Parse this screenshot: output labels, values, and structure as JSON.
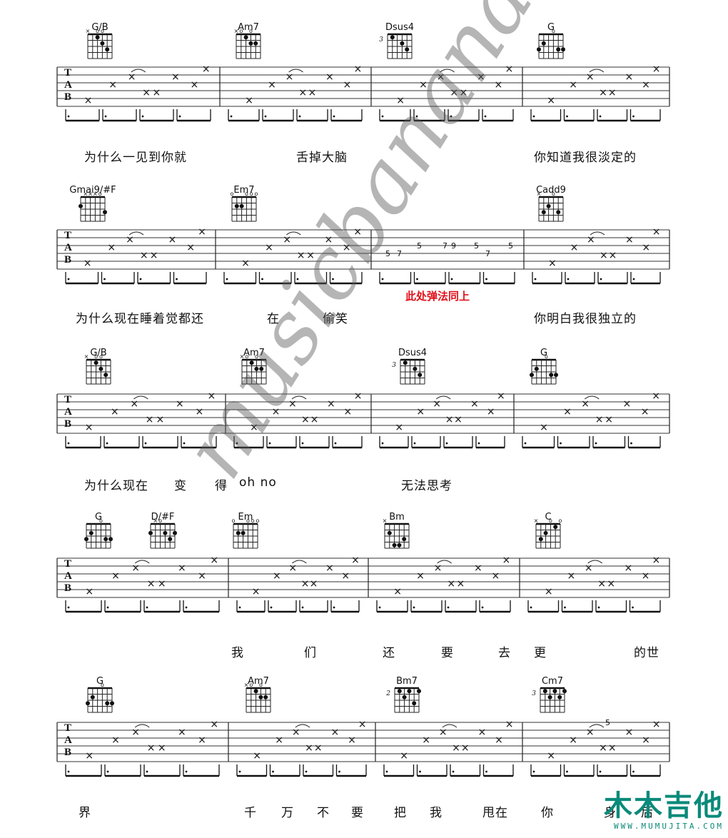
{
  "systems": [
    {
      "chords": [
        {
          "name": "G/B",
          "fret": "",
          "dots": [
            [
              2,
              1
            ],
            [
              3,
              2
            ],
            [
              4,
              3
            ]
          ],
          "marks": [
            "x",
            "",
            "o",
            "o",
            "",
            ""
          ]
        },
        {
          "name": "Am7",
          "fret": "",
          "dots": [
            [
              2,
              1
            ],
            [
              4,
              2
            ],
            [
              3,
              2
            ]
          ],
          "marks": [
            "x",
            "o",
            "",
            "o",
            "",
            ""
          ]
        },
        {
          "name": "Dsus4",
          "fret": "3",
          "dots": [
            [
              1,
              1
            ],
            [
              3,
              2
            ],
            [
              4,
              3
            ]
          ],
          "marks": [
            "",
            "",
            "",
            "",
            "",
            ""
          ]
        },
        {
          "name": "G",
          "fret": "",
          "dots": [
            [
              1,
              2
            ],
            [
              0,
              3
            ],
            [
              5,
              3
            ],
            [
              4,
              3
            ]
          ],
          "marks": [
            "",
            "",
            "",
            "o",
            "",
            ""
          ]
        }
      ],
      "lyrics": [
        "为什么一见到你就",
        "舌掉大脑",
        "你知道我很淡定的"
      ]
    },
    {
      "chords": [
        {
          "name": "Gmai9/#F",
          "fret": "",
          "dots": [
            [
              0,
              2
            ],
            [
              5,
              3
            ]
          ],
          "marks": [
            "",
            "x",
            "x",
            "x",
            "o",
            ""
          ]
        },
        {
          "name": "Em7",
          "fret": "",
          "dots": [
            [
              1,
              2
            ],
            [
              2,
              2
            ]
          ],
          "marks": [
            "o",
            "",
            "",
            "o",
            "o",
            "o"
          ]
        },
        {
          "name": "Cadd9",
          "fret": "",
          "dots": [
            [
              1,
              3
            ],
            [
              2,
              2
            ],
            [
              4,
              3
            ]
          ],
          "marks": [
            "x",
            "",
            "",
            "o",
            "",
            ""
          ]
        }
      ],
      "tab_numbers": [
        "5",
        "7",
        "5",
        "7",
        "9",
        "5",
        "7",
        "5"
      ],
      "red_note": "此处弹法同上",
      "lyrics": [
        "为什么现在睡着觉都还",
        "在",
        "偷笑",
        "你明白我很独立的"
      ]
    },
    {
      "chords": [
        {
          "name": "G/B",
          "fret": "",
          "dots": [
            [
              2,
              1
            ],
            [
              3,
              2
            ],
            [
              4,
              3
            ]
          ],
          "marks": [
            "x",
            "",
            "o",
            "o",
            "",
            ""
          ]
        },
        {
          "name": "Am7",
          "fret": "",
          "dots": [
            [
              2,
              1
            ],
            [
              4,
              2
            ],
            [
              3,
              2
            ]
          ],
          "marks": [
            "x",
            "o",
            "",
            "o",
            "",
            ""
          ]
        },
        {
          "name": "Dsus4",
          "fret": "3",
          "dots": [
            [
              1,
              1
            ],
            [
              3,
              2
            ],
            [
              4,
              3
            ]
          ],
          "marks": [
            "",
            "",
            "",
            "",
            "",
            ""
          ]
        },
        {
          "name": "G",
          "fret": "",
          "dots": [
            [
              1,
              2
            ],
            [
              0,
              3
            ],
            [
              5,
              3
            ],
            [
              4,
              3
            ]
          ],
          "marks": [
            "",
            "",
            "",
            "o",
            "",
            ""
          ]
        }
      ],
      "lyrics": [
        "为什么现在",
        "变",
        "得",
        "oh no",
        "无法思考"
      ]
    },
    {
      "chords": [
        {
          "name": "G",
          "fret": "",
          "dots": [
            [
              1,
              2
            ],
            [
              0,
              3
            ],
            [
              5,
              3
            ],
            [
              4,
              3
            ]
          ],
          "marks": [
            "",
            "",
            "",
            "o",
            "",
            ""
          ]
        },
        {
          "name": "D/#F",
          "fret": "",
          "dots": [
            [
              0,
              2
            ],
            [
              3,
              2
            ],
            [
              5,
              2
            ],
            [
              4,
              3
            ]
          ],
          "marks": [
            "",
            "x",
            "o",
            "",
            "",
            ""
          ]
        },
        {
          "name": "Em",
          "fret": "",
          "dots": [
            [
              1,
              2
            ],
            [
              2,
              2
            ]
          ],
          "marks": [
            "o",
            "",
            "",
            "o",
            "o",
            "o"
          ]
        },
        {
          "name": "Bm",
          "fret": "",
          "dots": [
            [
              2,
              4
            ],
            [
              3,
              4
            ],
            [
              4,
              3
            ],
            [
              1,
              2
            ]
          ],
          "marks": [
            "x",
            "",
            "",
            "",
            "",
            ""
          ]
        },
        {
          "name": "C",
          "fret": "",
          "dots": [
            [
              1,
              3
            ],
            [
              2,
              2
            ],
            [
              4,
              1
            ]
          ],
          "marks": [
            "x",
            "",
            "",
            "o",
            "",
            "o"
          ]
        }
      ],
      "lyrics": [
        "我",
        "们",
        "还",
        "要",
        "去",
        "更",
        "的世"
      ]
    },
    {
      "chords": [
        {
          "name": "G",
          "fret": "",
          "dots": [
            [
              1,
              2
            ],
            [
              0,
              3
            ],
            [
              5,
              3
            ],
            [
              4,
              3
            ]
          ],
          "marks": [
            "",
            "",
            "",
            "o",
            "",
            ""
          ]
        },
        {
          "name": "Am7",
          "fret": "",
          "dots": [
            [
              2,
              1
            ],
            [
              4,
              2
            ],
            [
              3,
              2
            ]
          ],
          "marks": [
            "x",
            "o",
            "",
            "o",
            "",
            ""
          ]
        },
        {
          "name": "Bm7",
          "fret": "2",
          "dots": [
            [
              1,
              1
            ],
            [
              3,
              1
            ],
            [
              5,
              1
            ],
            [
              2,
              2
            ],
            [
              4,
              3
            ]
          ],
          "marks": [
            "",
            "",
            "",
            "",
            "",
            ""
          ]
        },
        {
          "name": "Cm7",
          "fret": "3",
          "dots": [
            [
              1,
              1
            ],
            [
              3,
              1
            ],
            [
              5,
              1
            ],
            [
              2,
              2
            ],
            [
              4,
              2
            ]
          ],
          "marks": [
            "",
            "",
            "",
            "",
            "",
            ""
          ]
        }
      ],
      "tab_numbers": [
        "5"
      ],
      "lyrics": [
        "界",
        "千",
        "万",
        "不",
        "要",
        "把",
        "我",
        "甩在",
        "你",
        "身",
        "后"
      ]
    }
  ],
  "tab_letters": [
    "T",
    "A",
    "B"
  ],
  "watermark": "musicbanana",
  "logo": {
    "text": "木木吉他",
    "url": "WWW.MUMUJITA.COM"
  }
}
